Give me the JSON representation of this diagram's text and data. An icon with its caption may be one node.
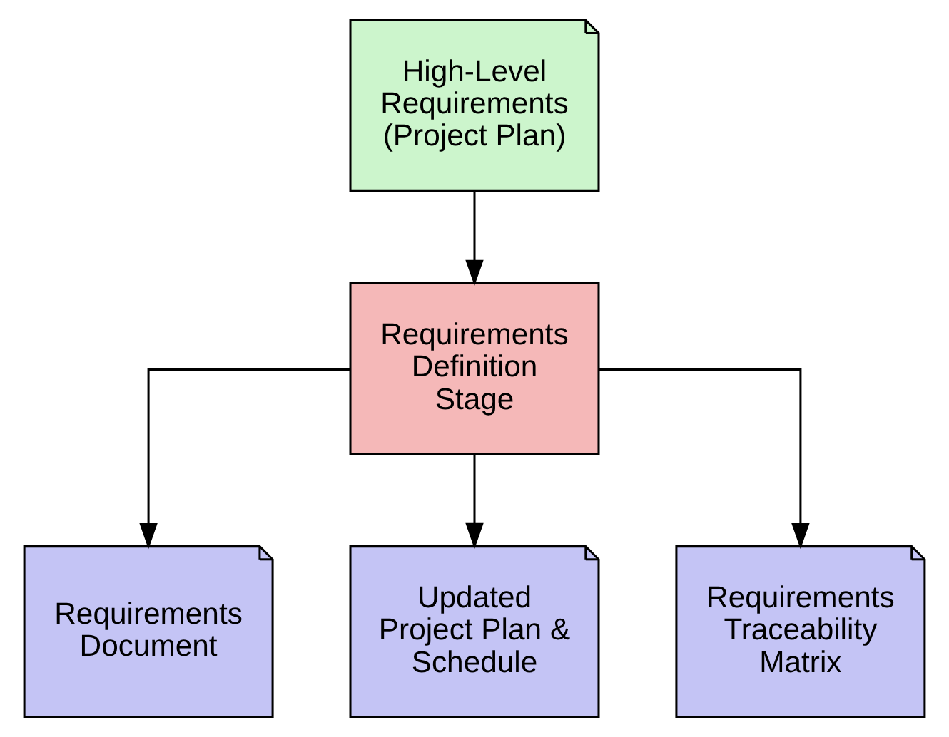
{
  "diagram": {
    "nodes": [
      {
        "text": [
          "High-Level Requirements (Project Plan)"
        ]
      },
      {
        "text": [
          "Requirements Definition Stage"
        ]
      },
      {
        "text": [
          "Requirements Document"
        ]
      },
      {
        "text": [
          "Updated Project Plan & Schedule"
        ]
      },
      {
        "text": [
          "Requirements Traceability Matrix"
        ]
      }
    ],
    "edges": [
      {
        "from": 0,
        "to": 1,
        "arrow": "to"
      },
      {
        "from": 1,
        "to": 2,
        "arrow": "to"
      },
      {
        "from": 1,
        "to": 3,
        "arrow": "to"
      },
      {
        "from": 1,
        "to": 4,
        "arrow": "to"
      }
    ]
  }
}
